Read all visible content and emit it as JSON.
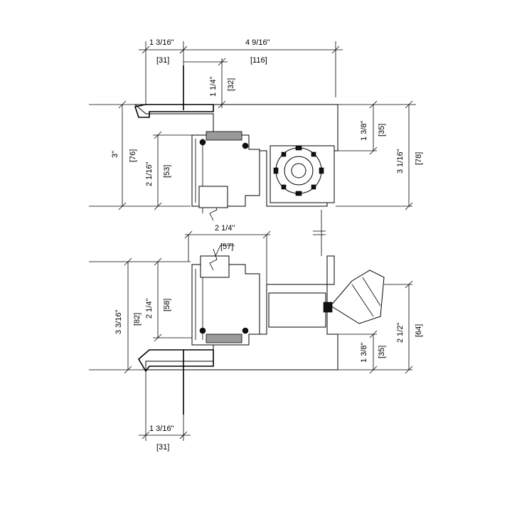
{
  "dimensions": {
    "top_left_width_in": "1 3/16\"",
    "top_left_width_mm": "[31]",
    "top_total_width_in": "4 9/16\"",
    "top_total_width_mm": "[116]",
    "top_fin_in": "1 1/4\"",
    "top_fin_mm": "[32]",
    "head_height_in": "3\"",
    "head_height_mm": "[76]",
    "head_inner_in": "2 1/16\"",
    "head_inner_mm": "[53]",
    "head_right_small_in": "1 3/8\"",
    "head_right_small_mm": "[35]",
    "head_right_total_in": "3 1/16\"",
    "head_right_total_mm": "[78]",
    "sill_width_in": "2 1/4\"",
    "sill_width_mm": "[57]",
    "sill_height_in": "3 3/16\"",
    "sill_height_mm": "[82]",
    "sill_inner_in": "2 1/4\"",
    "sill_inner_mm": "[58]",
    "sill_right_small_in": "1 3/8\"",
    "sill_right_small_mm": "[35]",
    "sill_right_total_in": "2 1/2\"",
    "sill_right_total_mm": "[64]",
    "bottom_width_in": "1 3/16\"",
    "bottom_width_mm": "[31]"
  }
}
